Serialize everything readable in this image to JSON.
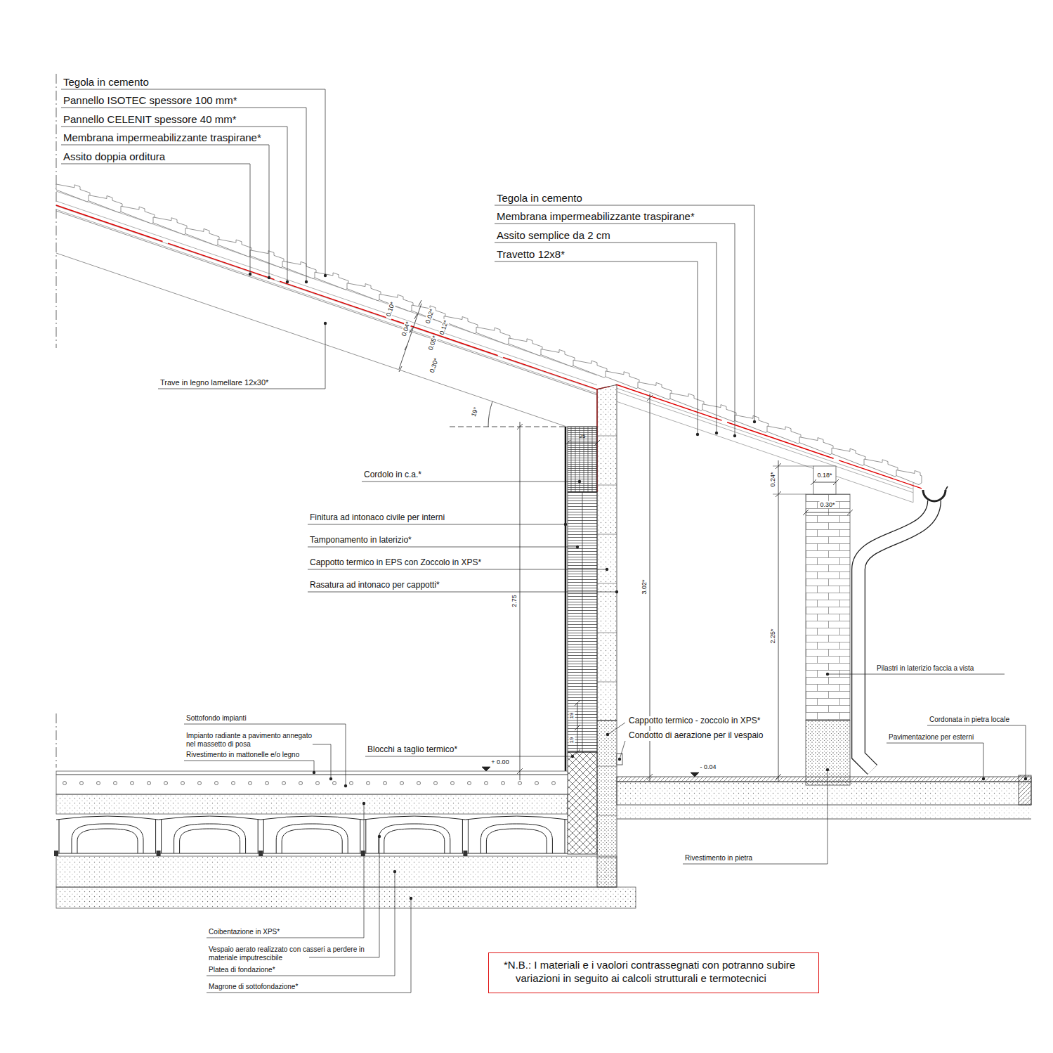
{
  "diagram": {
    "nodes": [
      {
        "text": [
          "*N.B.: I materiali e i vaolori contrassegnati con potranno subire variazioni in seguito ai calcoli strutturali e termotecnici"
        ]
      }
    ],
    "labels": [
      "Tegola in cemento",
      "Pannello ISOTEC spessore 100 mm*",
      "Pannello CELENIT spessore 40 mm*",
      "Membrana impermeabilizzante traspirane*",
      "Assito doppia orditura",
      "Tegola in cemento",
      "Membrana impermeabilizzante traspirane*",
      "Assito semplice da 2 cm",
      "Travetto 12x8*",
      "Trave in legno lamellare 12x30*",
      "0.10*",
      "0.04*",
      "0.02*",
      "0.12*",
      "0.05*",
      "0.30*",
      "19°",
      "25",
      "Cordolo in c.a.*",
      "Finitura ad intonaco civile per interni",
      "Tamponamento in laterizio*",
      "Cappotto termico in EPS con Zoccolo in XPS*",
      "Rasatura ad intonaco per cappotti*",
      "2.75",
      "3.02*",
      "0.24*",
      "0.18*",
      "0.30*",
      "2.25*",
      "19",
      "19",
      "Pilastri in laterizio faccia a vista",
      "Cordonata in pietra locale",
      "Pavimentazione per esterni",
      "Sottofondo impianti",
      "Impianto radiante a pavimento annegato nel massetto di posa",
      "Rivestimento in mattonelle e/o legno",
      "Blocchi a taglio termico*",
      "+ 0.00",
      "- 0.04",
      "Cappotto termico - zoccolo in XPS*",
      "Condotto di aerazione per il vespaio",
      "Rivestimento in pietra",
      "Coibentazione in XPS*",
      "Vespaio aerato realizzato con casseri a perdere in materiale imputrescibile",
      "Platea di fondazione*",
      "Magrone di sottofondazione*"
    ]
  }
}
